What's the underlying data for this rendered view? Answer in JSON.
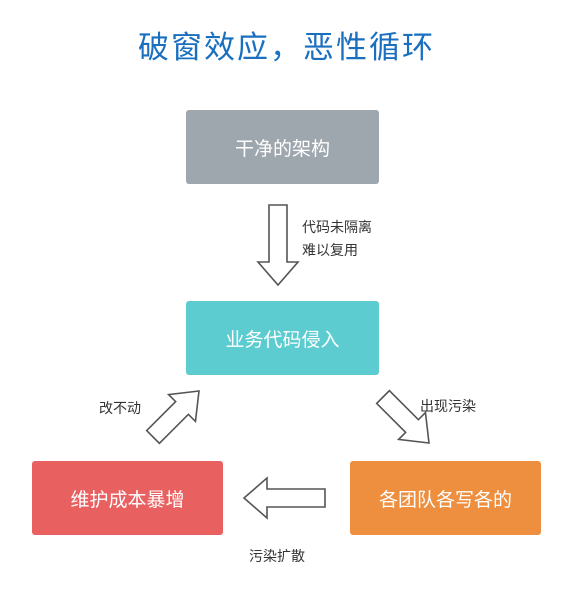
{
  "title": "破窗效应，恶性循环",
  "boxes": {
    "clean": "干净的架构",
    "invade": "业务代码侵入",
    "team": "各团队各写各的",
    "cost": "维护成本暴增"
  },
  "edges": {
    "clean_to_invade_line1": "代码未隔离",
    "clean_to_invade_line2": "难以复用",
    "invade_to_team": "出现污染",
    "team_to_cost": "污染扩散",
    "cost_to_invade": "改不动"
  },
  "colors": {
    "title": "#1a6fbf",
    "clean": "#9ea6ae",
    "invade": "#5cccd0",
    "team": "#ee8f3f",
    "cost": "#e86060"
  },
  "icons": [
    "arrow-down-icon",
    "arrow-down-right-icon",
    "arrow-left-icon",
    "arrow-up-right-icon"
  ]
}
